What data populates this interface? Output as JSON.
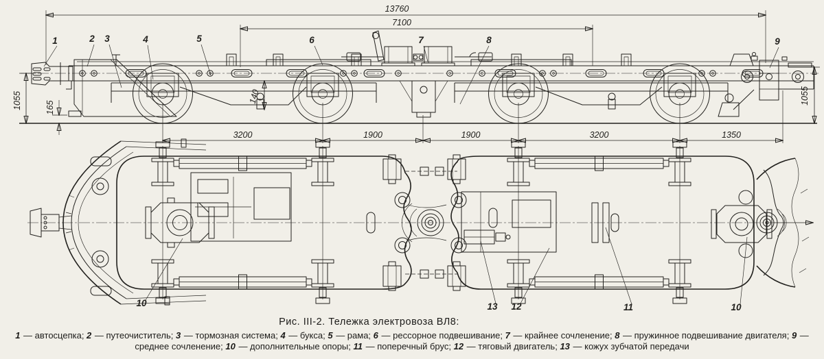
{
  "caption": {
    "title": "Рис. III-2. Тележка электровоза ВЛ8:",
    "items": [
      {
        "num": "1",
        "label": "автосцепка"
      },
      {
        "num": "2",
        "label": "путеочиститель"
      },
      {
        "num": "3",
        "label": "тормозная система"
      },
      {
        "num": "4",
        "label": "букса"
      },
      {
        "num": "5",
        "label": "рама"
      },
      {
        "num": "6",
        "label": "рессорное подвешивание"
      },
      {
        "num": "7",
        "label": "крайнее сочленение"
      },
      {
        "num": "8",
        "label": "пружинное подвешивание двигателя"
      },
      {
        "num": "9",
        "label": "среднее сочленение"
      },
      {
        "num": "10",
        "label": "дополнительные опоры"
      },
      {
        "num": "11",
        "label": "поперечный брус"
      },
      {
        "num": "12",
        "label": "тяговый двигатель"
      },
      {
        "num": "13",
        "label": "кожух зубчатой передачи"
      }
    ]
  },
  "dimensions": {
    "total_length": "13760",
    "frame_length": "7100",
    "height_left": "1055",
    "height_right": "1055",
    "plow_clearance": "165",
    "equalizer_drop": "140",
    "segments": [
      "3200",
      "1900",
      "1900",
      "3200",
      "1350"
    ]
  },
  "colors": {
    "paper": "#f1efe8",
    "ink": "#22211e"
  }
}
